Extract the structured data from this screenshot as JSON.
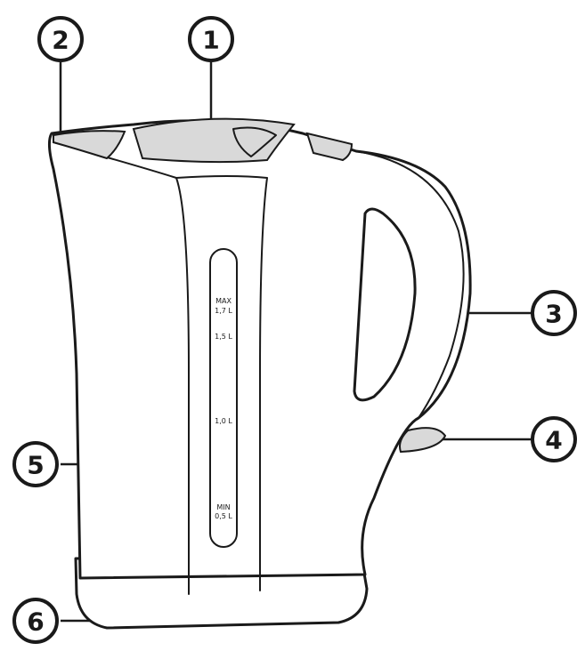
{
  "callouts": [
    {
      "id": "1",
      "label": "1"
    },
    {
      "id": "2",
      "label": "2"
    },
    {
      "id": "3",
      "label": "3"
    },
    {
      "id": "4",
      "label": "4"
    },
    {
      "id": "5",
      "label": "5"
    },
    {
      "id": "6",
      "label": "6"
    }
  ],
  "water_scale": {
    "max_label": "MAX",
    "max_value": "1,7 L",
    "mark_15": "1,5 L",
    "mark_10": "1,0 L",
    "min_label": "MIN",
    "min_value": "0,5 L"
  }
}
